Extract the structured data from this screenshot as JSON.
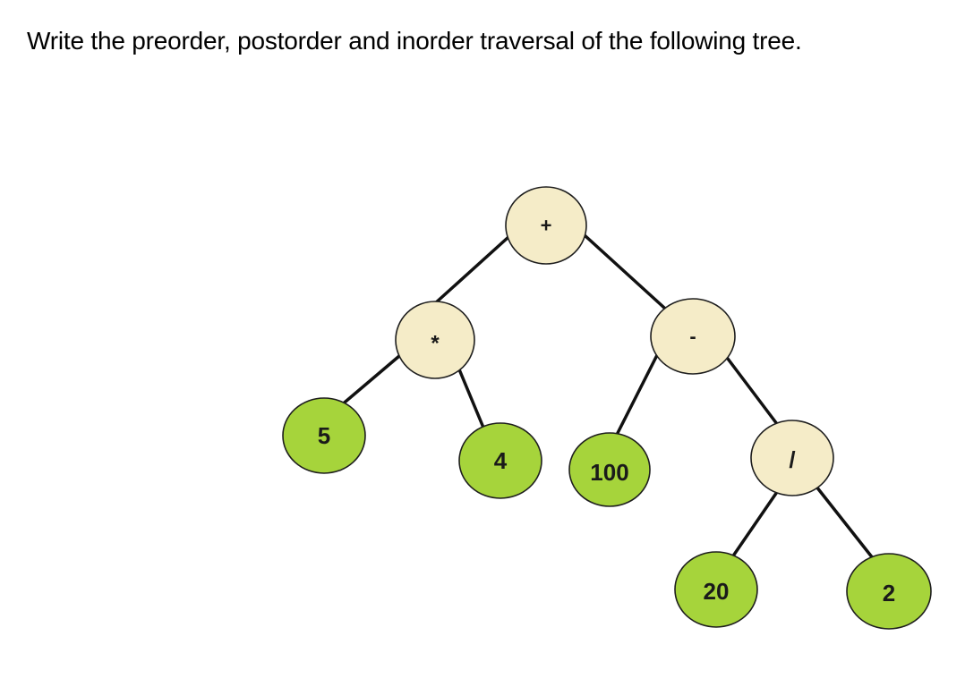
{
  "question": "Write the preorder, postorder and inorder traversal of the following tree.",
  "colors": {
    "operator_fill": "#f5ecc8",
    "operand_fill": "#a6d43b",
    "node_stroke": "#1e1e1e",
    "edge": "#111111",
    "text": "#000000"
  },
  "tree": {
    "nodes": [
      {
        "id": "plus",
        "label": "+",
        "kind": "operator"
      },
      {
        "id": "mul",
        "label": "*",
        "kind": "operator"
      },
      {
        "id": "minus",
        "label": "-",
        "kind": "operator"
      },
      {
        "id": "n5",
        "label": "5",
        "kind": "operand"
      },
      {
        "id": "n4",
        "label": "4",
        "kind": "operand"
      },
      {
        "id": "n100",
        "label": "100",
        "kind": "operand"
      },
      {
        "id": "div",
        "label": "/",
        "kind": "operator"
      },
      {
        "id": "n20",
        "label": "20",
        "kind": "operand"
      },
      {
        "id": "n2",
        "label": "2",
        "kind": "operand"
      }
    ],
    "edges": [
      [
        "plus",
        "mul"
      ],
      [
        "plus",
        "minus"
      ],
      [
        "mul",
        "n5"
      ],
      [
        "mul",
        "n4"
      ],
      [
        "minus",
        "n100"
      ],
      [
        "minus",
        "div"
      ],
      [
        "div",
        "n20"
      ],
      [
        "div",
        "n2"
      ]
    ]
  }
}
